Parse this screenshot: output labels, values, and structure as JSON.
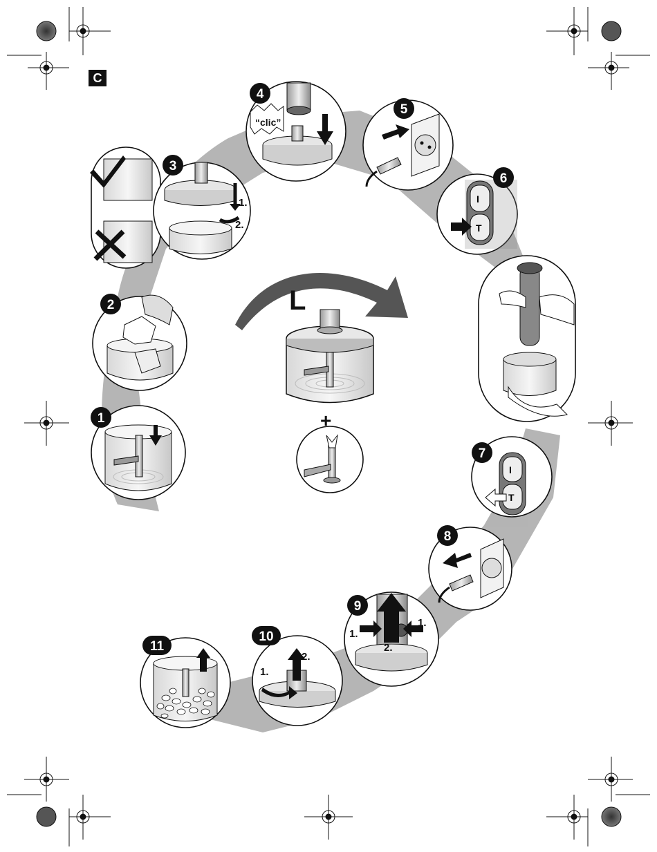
{
  "section_label": "C",
  "speed_label": "L",
  "plus_symbol": "+",
  "clic_text": "“clic”",
  "steps": {
    "s1": "1",
    "s2": "2",
    "s3": "3",
    "s4": "4",
    "s5": "5",
    "s6": "6",
    "s7": "7",
    "s8": "8",
    "s9": "9",
    "s10": "10",
    "s11": "11"
  },
  "sublabels": {
    "one": "1.",
    "two": "2."
  },
  "switch_symbols": {
    "top": "I",
    "bottom": "T"
  },
  "colors": {
    "ink": "#111111",
    "shadow": "#9a9a9a",
    "bg": "#ffffff"
  }
}
